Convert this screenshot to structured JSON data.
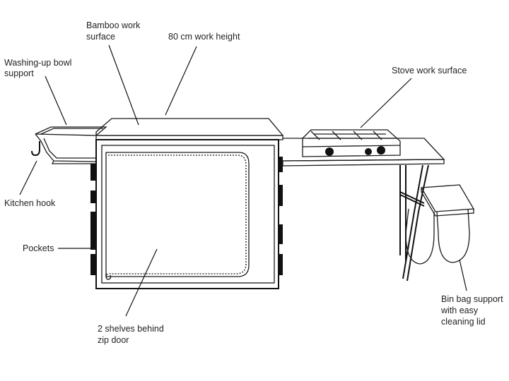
{
  "labels": {
    "bamboo": [
      "Bamboo work",
      "surface"
    ],
    "height": "80 cm work height",
    "washing": [
      "Washing-up bowl",
      "support"
    ],
    "stove": "Stove work surface",
    "hook": "Kitchen hook",
    "pockets": "Pockets",
    "shelves": [
      "2 shelves behind",
      "zip door"
    ],
    "bin": [
      "Bin bag support",
      "with easy",
      "cleaning lid"
    ]
  }
}
